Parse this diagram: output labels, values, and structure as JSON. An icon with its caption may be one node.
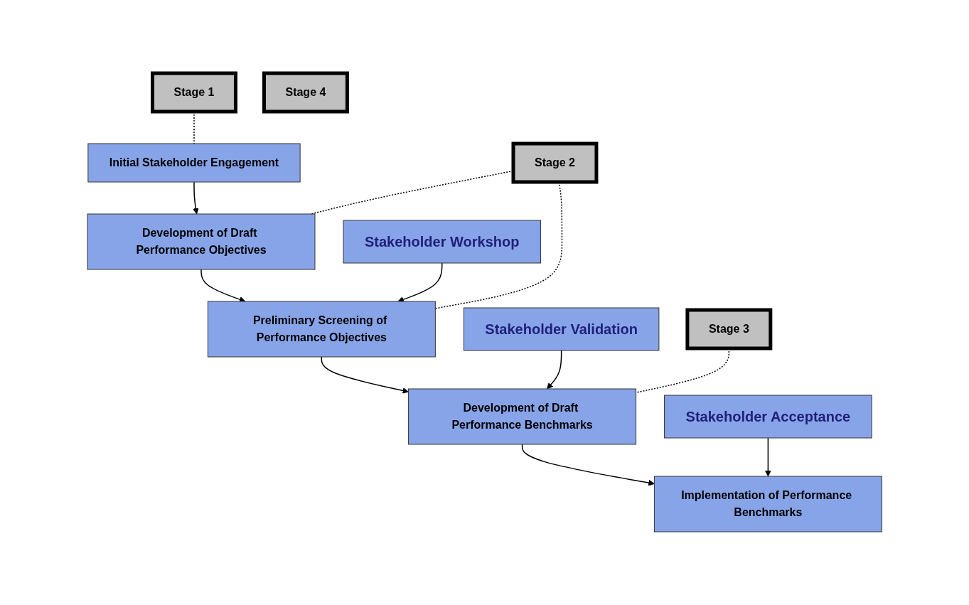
{
  "diagram": {
    "nodes": [
      {
        "text": [
          "Stage 1"
        ]
      },
      {
        "text": [
          "Initial Stakeholder Engagement"
        ]
      },
      {
        "text": [
          "Development of Draft Performance Objectives"
        ]
      },
      {
        "text": [
          "Stage 2"
        ]
      },
      {
        "text": [
          "Stakeholder Workshop"
        ]
      },
      {
        "text": [
          "Preliminary Screening of Performance Objectives"
        ]
      },
      {
        "text": [
          "Stakeholder Validation"
        ]
      },
      {
        "text": [
          "Stage 3"
        ]
      },
      {
        "text": [
          "Development of Draft Performance Benchmarks"
        ]
      },
      {
        "text": [
          "Stakeholder Acceptance"
        ]
      },
      {
        "text": [
          "Stage 4"
        ]
      },
      {
        "text": [
          "Implementation of Performance Benchmarks"
        ]
      }
    ],
    "edges": [
      {
        "from": 0,
        "to": 1,
        "arrow": "none",
        "style": "dashed"
      },
      {
        "from": 1,
        "to": 2,
        "arrow": "to"
      },
      {
        "from": 3,
        "to": 2,
        "arrow": "none",
        "style": "dashed"
      },
      {
        "from": 3,
        "to": 5,
        "arrow": "none",
        "style": "dashed"
      },
      {
        "from": 2,
        "to": 5,
        "arrow": "to"
      },
      {
        "from": 4,
        "to": 5,
        "arrow": "to"
      },
      {
        "from": 5,
        "to": 8,
        "arrow": "to"
      },
      {
        "from": 6,
        "to": 8,
        "arrow": "to"
      },
      {
        "from": 7,
        "to": 8,
        "arrow": "none",
        "style": "dashed"
      },
      {
        "from": 8,
        "to": 11,
        "arrow": "to"
      },
      {
        "from": 9,
        "to": 11,
        "arrow": "to"
      }
    ]
  }
}
